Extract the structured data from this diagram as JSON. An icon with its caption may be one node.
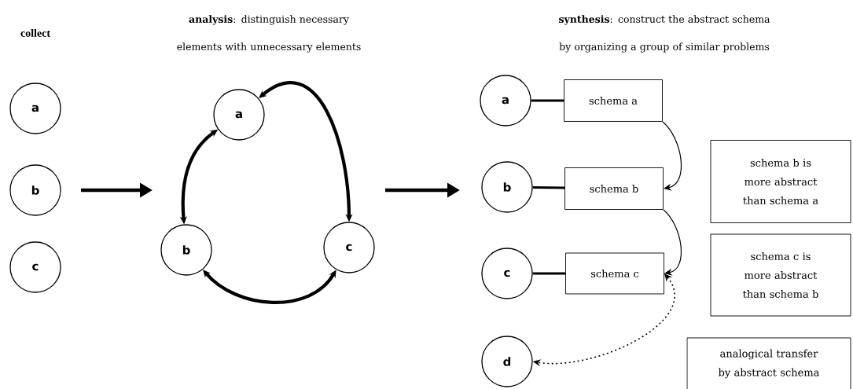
{
  "diagram": {
    "nodes": [
      {
        "text": [
          "a"
        ]
      },
      {
        "text": [
          "b"
        ]
      },
      {
        "text": [
          "c"
        ]
      },
      {
        "text": [
          "a"
        ]
      },
      {
        "text": [
          "b"
        ]
      },
      {
        "text": [
          "c"
        ]
      },
      {
        "text": [
          "a"
        ]
      },
      {
        "text": [
          "b"
        ]
      },
      {
        "text": [
          "c"
        ]
      },
      {
        "text": [
          "d"
        ]
      },
      {
        "text": [
          "schema a"
        ]
      },
      {
        "text": [
          "schema b"
        ]
      },
      {
        "text": [
          "schema c"
        ]
      },
      {
        "text": [
          "schema b is more abstract than schema a"
        ]
      },
      {
        "text": [
          "schema c is more abstract than schema b"
        ]
      },
      {
        "text": [
          "analogical transfer by abstract schema"
        ]
      }
    ],
    "edges": [
      {
        "from": 3,
        "to": 4,
        "arrow": "both"
      },
      {
        "from": 3,
        "to": 5,
        "arrow": "both"
      },
      {
        "from": 4,
        "to": 5,
        "arrow": "both"
      },
      {
        "from": 6,
        "to": 10,
        "arrow": "none"
      },
      {
        "from": 7,
        "to": 11,
        "arrow": "none"
      },
      {
        "from": 8,
        "to": 12,
        "arrow": "none"
      },
      {
        "from": 10,
        "to": 11,
        "arrow": "to"
      },
      {
        "from": 11,
        "to": 12,
        "arrow": "to"
      },
      {
        "from": 12,
        "to": 9,
        "arrow": "both",
        "style": "dashed"
      }
    ],
    "labels": [
      "collect",
      "**analysis**: distinguish necessary elements with unnecessary elements",
      "**synthesis**: construct the abstract schema by organizing a group of similar problems"
    ]
  }
}
